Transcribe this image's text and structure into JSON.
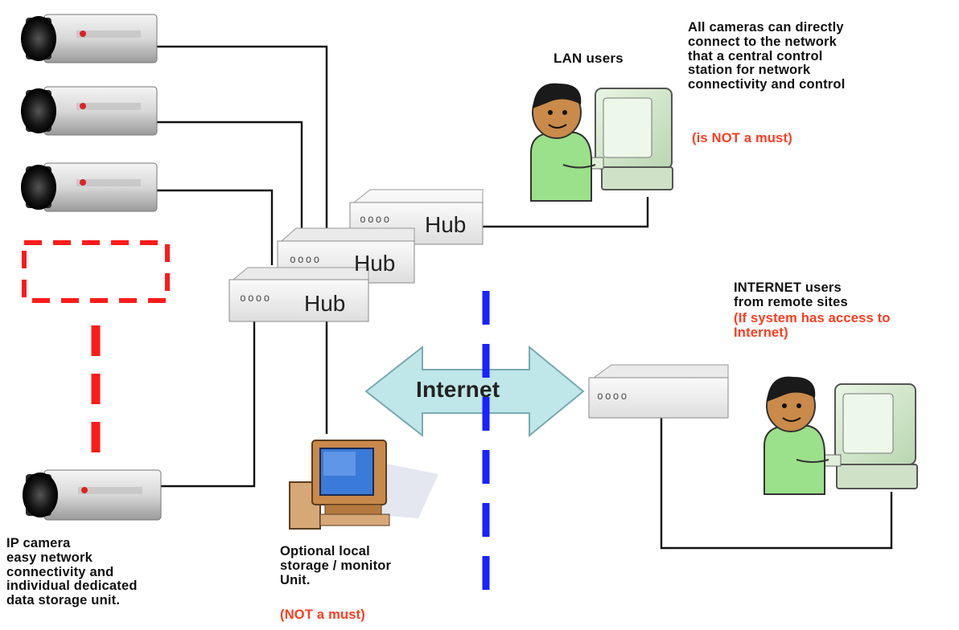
{
  "diagram": {
    "hubs": [
      {
        "label": "Hub",
        "ports": "oooo"
      },
      {
        "label": "Hub",
        "ports": "oooo"
      },
      {
        "label": "Hub",
        "ports": "oooo"
      }
    ],
    "router": {
      "ports": "oooo"
    },
    "internet_label": "Internet",
    "camera_caption": [
      "IP camera",
      "easy  network",
      "connectivity and",
      "individual dedicated",
      "data storage unit."
    ],
    "lan_label": "LAN users",
    "note_lines": [
      "All cameras can directly",
      "connect to the network",
      "that a central control",
      "station for network",
      "connectivity and control"
    ],
    "note_red": "(is NOT a must)",
    "internet_users": [
      "INTERNET users",
      "from remote sites"
    ],
    "internet_users_red": [
      "(If system has access to",
      "Internet)"
    ],
    "storage_caption": [
      "Optional local",
      "storage / monitor",
      "Unit."
    ],
    "storage_red": "(NOT a must)",
    "colors": {
      "dash_red": "#ff1a1a",
      "dash_blue": "#1a22ff",
      "arrow_fill": "#bfe6e8",
      "arrow_stroke": "#7aa9b0",
      "hub_fill": "#f2f2f2"
    }
  }
}
